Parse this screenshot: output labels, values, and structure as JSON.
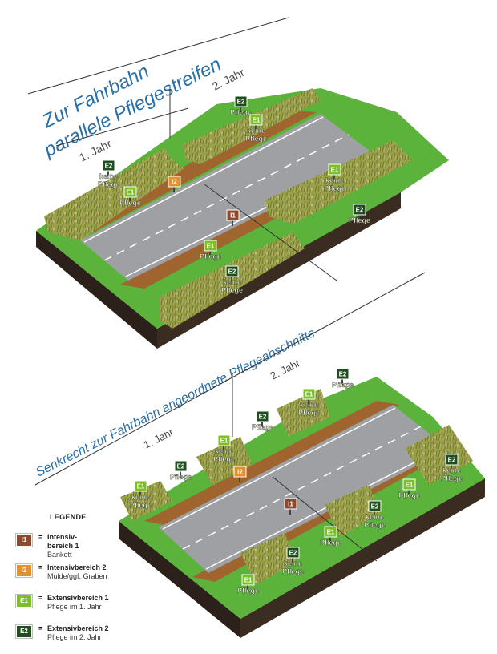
{
  "colors": {
    "i1": "#8b4a2b",
    "i2": "#e3912f",
    "e1": "#7bbf2a",
    "e2": "#1f4f1f",
    "title": "#2a6fa6",
    "grass": "#5cb33b",
    "road": "#9ea0a3",
    "soil": "#2b211a"
  },
  "diagram1": {
    "title_line1": "Zur Fahrbahn",
    "title_line2": "parallele Pflegestreifen",
    "year1": "1. Jahr",
    "year2": "2. Jahr",
    "signs": [
      {
        "code": "E2",
        "text": "Pflege"
      },
      {
        "code": "E1",
        "text": "keine Pflege"
      },
      {
        "code": "E2",
        "text": "keine Pflege"
      },
      {
        "code": "E1",
        "text": "Pflege"
      },
      {
        "code": "I2",
        "text": ""
      },
      {
        "code": "I1",
        "text": ""
      },
      {
        "code": "E1",
        "text": "keine Pflege"
      },
      {
        "code": "E2",
        "text": "Pflege"
      },
      {
        "code": "E1",
        "text": "Pflege"
      },
      {
        "code": "E2",
        "text": "keine Pflege"
      }
    ]
  },
  "diagram2": {
    "title": "Senkrecht zur Fahrbahn angeordnete Pflegeabschnitte",
    "year1": "1. Jahr",
    "year2": "2. Jahr",
    "signs": [
      {
        "code": "E2",
        "text": "Pflege"
      },
      {
        "code": "E1",
        "text": "keine Pflege"
      },
      {
        "code": "E2",
        "text": "Pflege"
      },
      {
        "code": "E1",
        "text": "keine Pflege"
      },
      {
        "code": "E2",
        "text": "Pflege"
      },
      {
        "code": "I2",
        "text": ""
      },
      {
        "code": "E1",
        "text": "keine Pflege"
      },
      {
        "code": "I1",
        "text": ""
      },
      {
        "code": "E2",
        "text": "keine Pflege"
      },
      {
        "code": "E1",
        "text": "Pflege"
      },
      {
        "code": "E2",
        "text": "keine Pflege"
      },
      {
        "code": "E1",
        "text": "Pflege"
      },
      {
        "code": "E1",
        "text": "Pflege"
      },
      {
        "code": "E2",
        "text": "keine Pflege"
      }
    ]
  },
  "legend": {
    "heading": "LEGENDE",
    "items": [
      {
        "code": "I1",
        "title": "Intensiv-\nbereich 1",
        "sub": "Bankett"
      },
      {
        "code": "I2",
        "title": "Intensivbereich 2",
        "sub": "Mulde/ggf. Graben"
      },
      {
        "code": "E1",
        "title": "Extensivbereich 1",
        "sub": "Pflege im 1. Jahr"
      },
      {
        "code": "E2",
        "title": "Extensivbereich 2",
        "sub": "Pflege im 2. Jahr"
      }
    ]
  }
}
